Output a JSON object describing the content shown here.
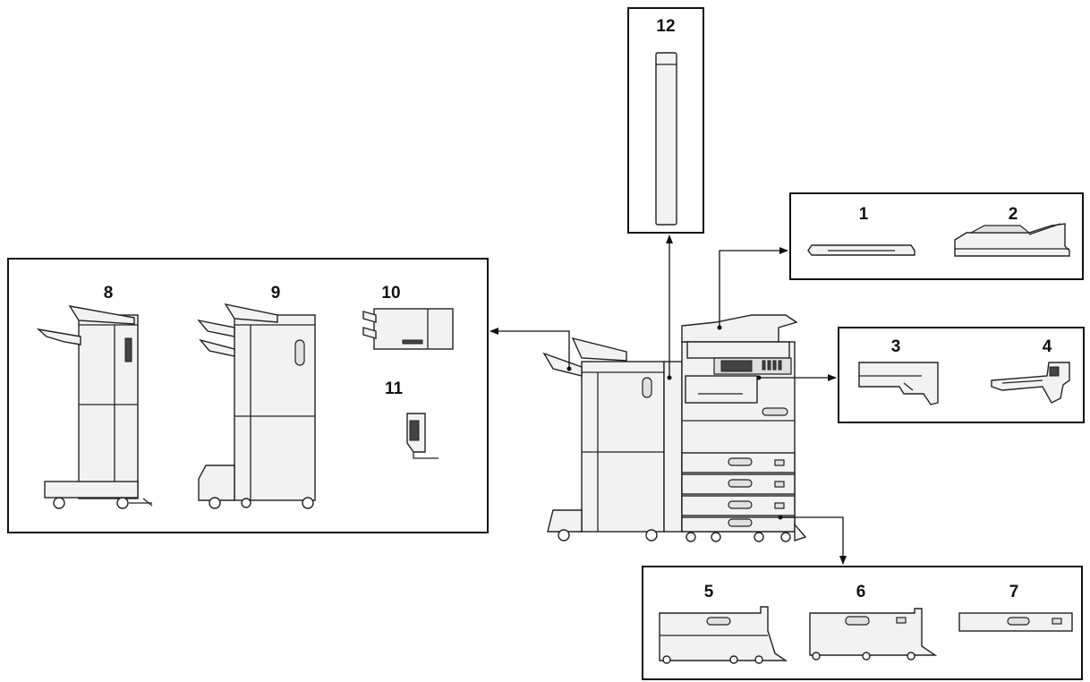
{
  "labels": {
    "item1": "1",
    "item2": "2",
    "item3": "3",
    "item4": "4",
    "item5": "5",
    "item6": "6",
    "item7": "7",
    "item8": "8",
    "item9": "9",
    "item10": "10",
    "item11": "11",
    "item12": "12"
  }
}
